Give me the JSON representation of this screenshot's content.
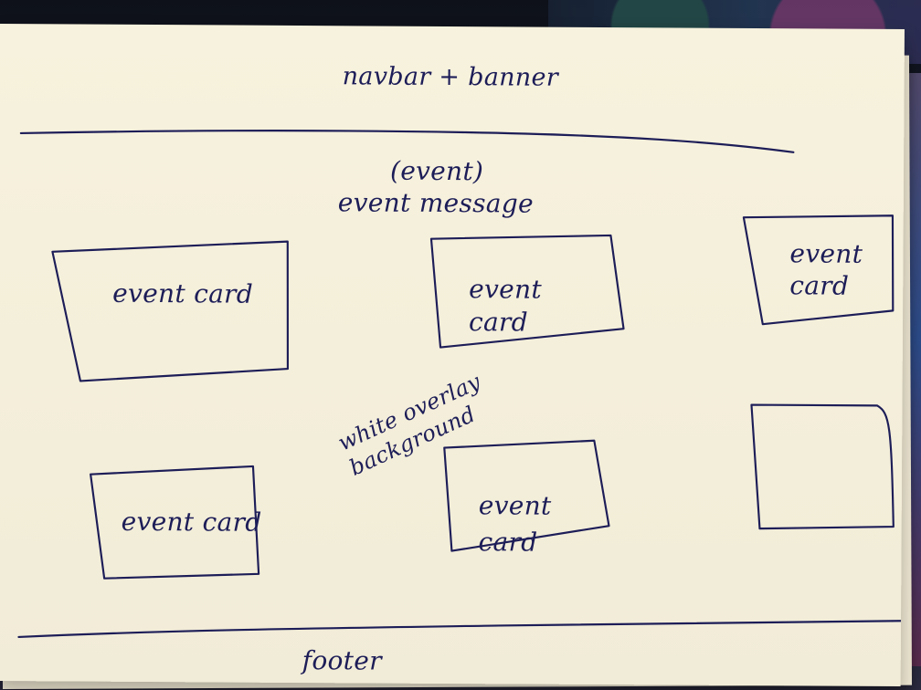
{
  "sketch": {
    "header_label": "navbar + banner",
    "event_title": "(event)",
    "event_message": "event message",
    "overlay_note": "white overlay background",
    "footer_label": "footer",
    "cards": [
      "event card",
      "event card",
      "event card",
      "event card",
      "event card"
    ]
  }
}
